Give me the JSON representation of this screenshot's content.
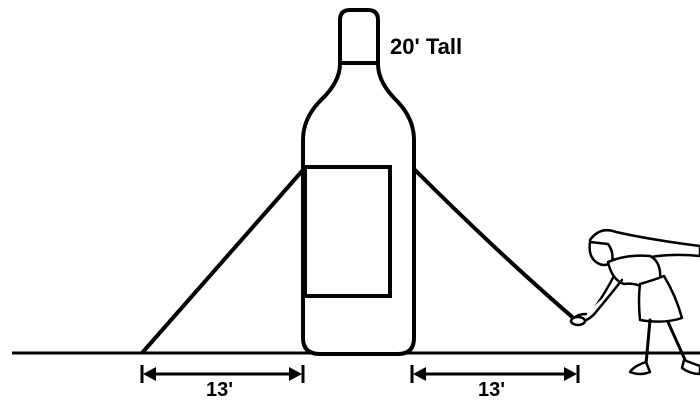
{
  "diagram": {
    "height_label": "20' Tall",
    "left_distance_label": "13'",
    "right_distance_label": "13'"
  },
  "colors": {
    "line": "#000000",
    "background": "#ffffff",
    "figure_fill": "#ffffff"
  }
}
